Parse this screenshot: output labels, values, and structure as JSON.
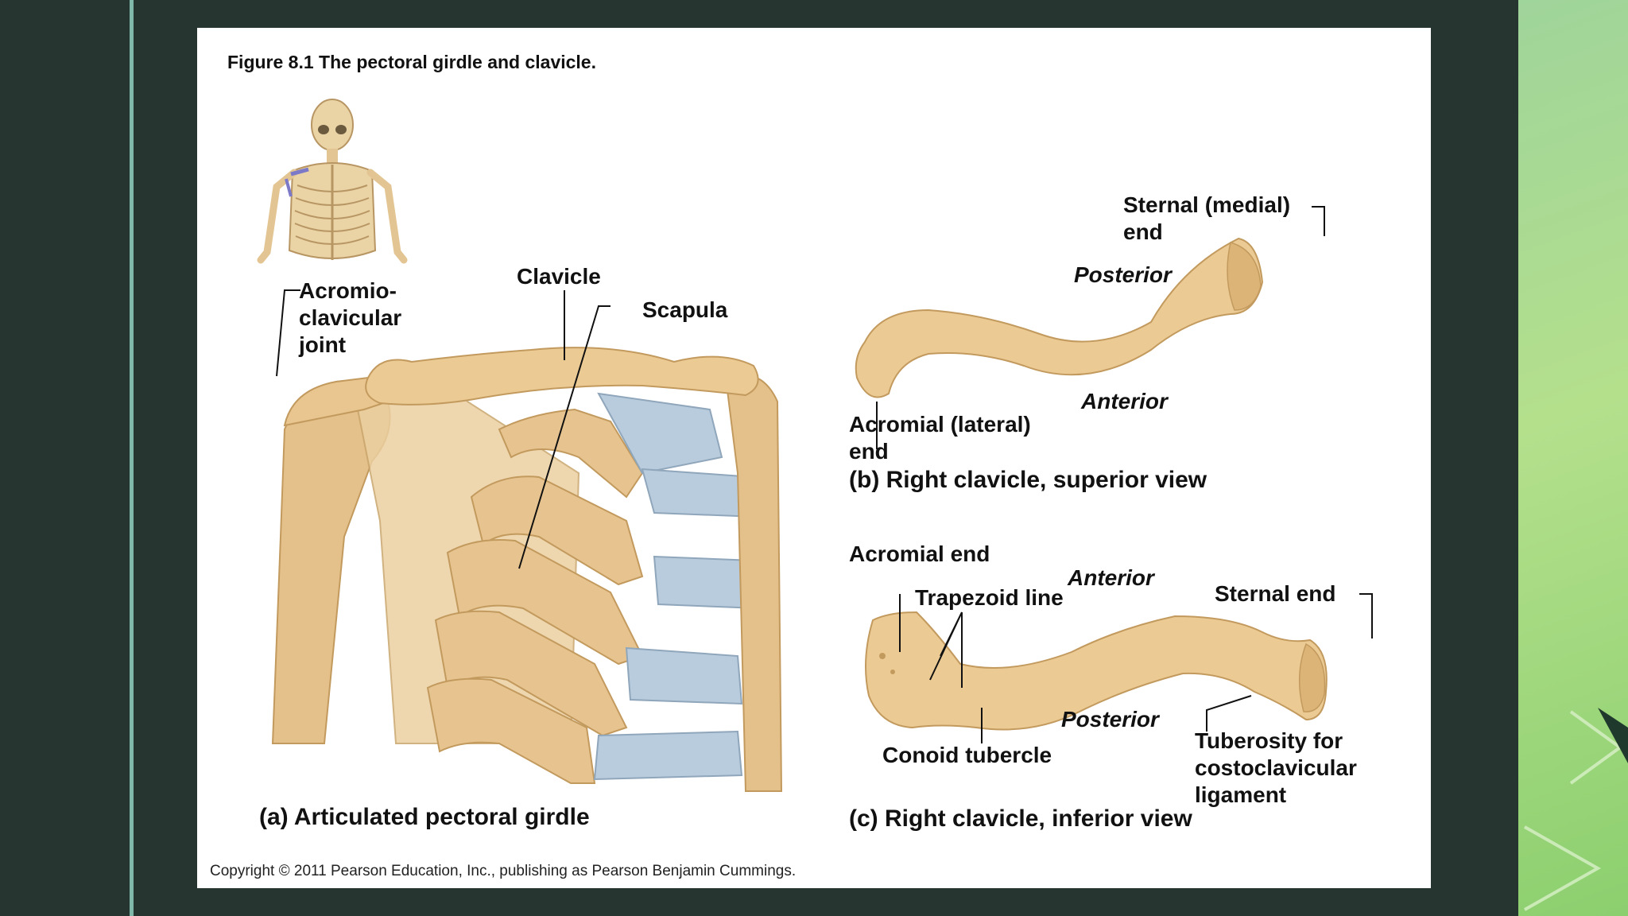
{
  "figure": {
    "title": "Figure 8.1   The pectoral girdle and clavicle.",
    "copyright": "Copyright © 2011 Pearson Education, Inc., publishing as Pearson Benjamin Cummings."
  },
  "panel_a": {
    "caption": "(a) Articulated pectoral girdle",
    "labels": {
      "acromioclavicular_1": "Acromio-",
      "acromioclavicular_2": "clavicular",
      "acromioclavicular_3": "joint",
      "clavicle": "Clavicle",
      "scapula": "Scapula"
    }
  },
  "panel_b": {
    "caption": "(b) Right clavicle, superior view",
    "labels": {
      "sternal_1": "Sternal (medial)",
      "sternal_2": "end",
      "posterior": "Posterior",
      "anterior": "Anterior",
      "acromial_1": "Acromial (lateral)",
      "acromial_2": "end"
    }
  },
  "panel_c": {
    "caption": "(c) Right clavicle, inferior view",
    "labels": {
      "acromial_end": "Acromial end",
      "anterior": "Anterior",
      "trapezoid_line": "Trapezoid line",
      "sternal_end": "Sternal end",
      "posterior": "Posterior",
      "conoid_tubercle": "Conoid tubercle",
      "tuberosity_1": "Tuberosity for",
      "tuberosity_2": "costoclavicular",
      "tuberosity_3": "ligament"
    }
  },
  "colors": {
    "background": "#26352f",
    "accent_bar": "#7fb7a8",
    "bone": "#e8c48e",
    "cartilage": "#b8cbdc",
    "panel_green": "#a6d98f"
  }
}
